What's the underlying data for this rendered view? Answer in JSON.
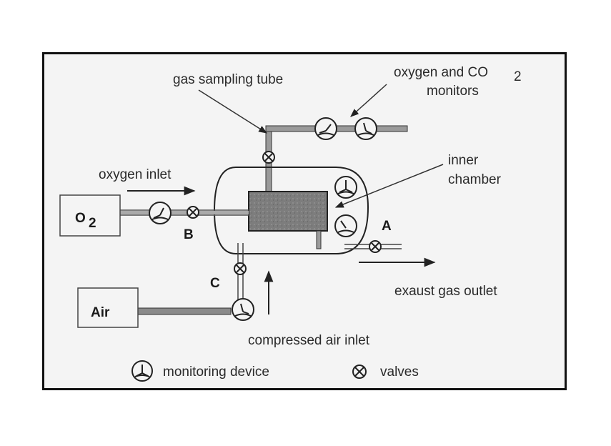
{
  "diagram": {
    "labels": {
      "gas_sampling_tube": "gas sampling tube",
      "monitors_line1": "oxygen and CO",
      "monitors_sub": "2",
      "monitors_line2": "monitors",
      "inner_line1": "inner",
      "inner_line2": "chamber",
      "oxygen_inlet": "oxygen inlet",
      "o2_main": "O",
      "o2_sub": "2",
      "air": "Air",
      "valve_a": "A",
      "valve_b": "B",
      "valve_c": "C",
      "exhaust": "exaust gas outlet",
      "compressed_air": "compressed air inlet"
    },
    "legend": {
      "monitoring_device": "monitoring device",
      "valves": "valves"
    },
    "colors": {
      "line": "#222222",
      "pipe_fill": "#8a8a8a",
      "chamber_fill": "#7a7a7a",
      "background": "#f4f4f4"
    }
  }
}
